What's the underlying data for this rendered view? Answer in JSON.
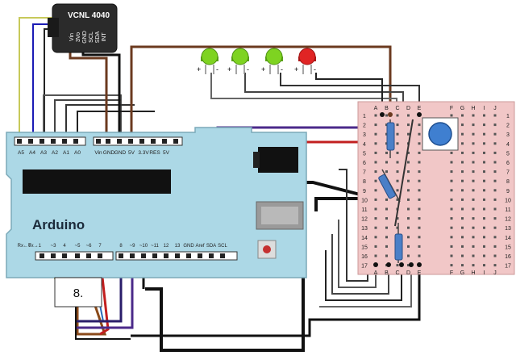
{
  "sensor": {
    "label": "VCNL 4040",
    "pins": [
      "Vin",
      "3Vo",
      "GND",
      "SCL",
      "SDA",
      "INT"
    ]
  },
  "arduino": {
    "name": "Arduino",
    "top_pins": [
      "A5",
      "A4",
      "A3",
      "A2",
      "A1",
      "A0",
      "Vin",
      "GND",
      "GND",
      "5V",
      "3.3V",
      "RES",
      "5V"
    ],
    "bottom_pins": [
      "Rx←0",
      "Tx→1",
      "~3",
      "4",
      "~5",
      "~6",
      "7",
      "8",
      "~9",
      "~10",
      "~11",
      "12",
      "13",
      "GND",
      "Aref",
      "SDA",
      "SCL"
    ]
  },
  "breadboard": {
    "columns_left": [
      "A",
      "B",
      "C",
      "D",
      "E"
    ],
    "columns_right": [
      "F",
      "G",
      "H",
      "I",
      "J"
    ],
    "rows": [
      "1",
      "2",
      "3",
      "4",
      "5",
      "6",
      "7",
      "8",
      "9",
      "10",
      "11",
      "12",
      "13",
      "14",
      "15",
      "16",
      "17"
    ]
  },
  "leds": {
    "colors": [
      "green",
      "green",
      "green",
      "red"
    ],
    "plus": "+",
    "minus": "-"
  },
  "servo_box": {
    "label": "8."
  },
  "colors": {
    "board": "#acd8e6",
    "breadboard": "#f1c7c7",
    "led_green": "#7ed321",
    "led_red": "#e02424",
    "button": "#3f7fd0"
  }
}
